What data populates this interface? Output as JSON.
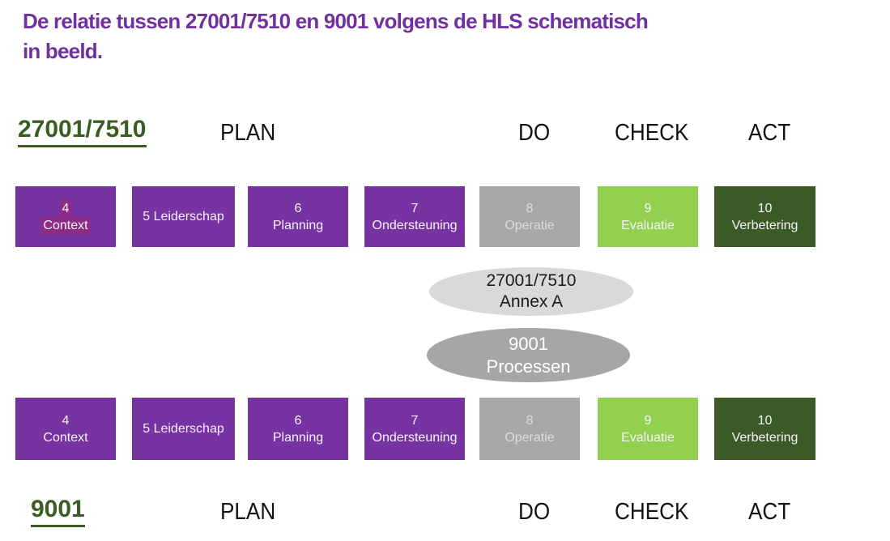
{
  "title": {
    "line1": "De relatie tussen 27001/7510 en 9001 volgens de HLS schematisch",
    "line2": "in beeld."
  },
  "colors": {
    "title_purple": "#7030A0",
    "heading_green": "#3A5E22",
    "box_purple": "#7833A3",
    "box_gray": "#A8A8A8",
    "box_gray_text": "#DCDCDC",
    "box_light_green": "#92D050",
    "box_dark_green": "#3B5A25",
    "ellipse_light_gray": "#D9D9D9",
    "ellipse_dark_gray": "#A6A6A6",
    "highlight_magenta": "#8E2B86"
  },
  "rows": [
    {
      "heading": "27001/7510",
      "pdca": {
        "plan": "PLAN",
        "do": "DO",
        "check": "CHECK",
        "act": "ACT"
      },
      "boxes": [
        {
          "line1": "4",
          "line2": "Context",
          "highlighted": true
        },
        {
          "line1": "5 Leiderschap"
        },
        {
          "line1": "6",
          "line2": "Planning"
        },
        {
          "line1": "7",
          "line2": "Ondersteuning"
        },
        {
          "line1": "8",
          "line2": "Operatie"
        },
        {
          "line1": "9",
          "line2": "Evaluatie"
        },
        {
          "line1": "10",
          "line2": "Verbetering"
        }
      ]
    },
    {
      "heading": "9001",
      "pdca": {
        "plan": "PLAN",
        "do": "DO",
        "check": "CHECK",
        "act": "ACT"
      },
      "boxes": [
        {
          "line1": "4",
          "line2": "Context"
        },
        {
          "line1": "5 Leiderschap"
        },
        {
          "line1": "6",
          "line2": "Planning"
        },
        {
          "line1": "7",
          "line2": "Ondersteuning"
        },
        {
          "line1": "8",
          "line2": "Operatie"
        },
        {
          "line1": "9",
          "line2": "Evaluatie"
        },
        {
          "line1": "10",
          "line2": "Verbetering"
        }
      ]
    }
  ],
  "ellipses": [
    {
      "line1": "27001/7510",
      "line2": "Annex A"
    },
    {
      "line1": "9001",
      "line2": "Processen"
    }
  ]
}
